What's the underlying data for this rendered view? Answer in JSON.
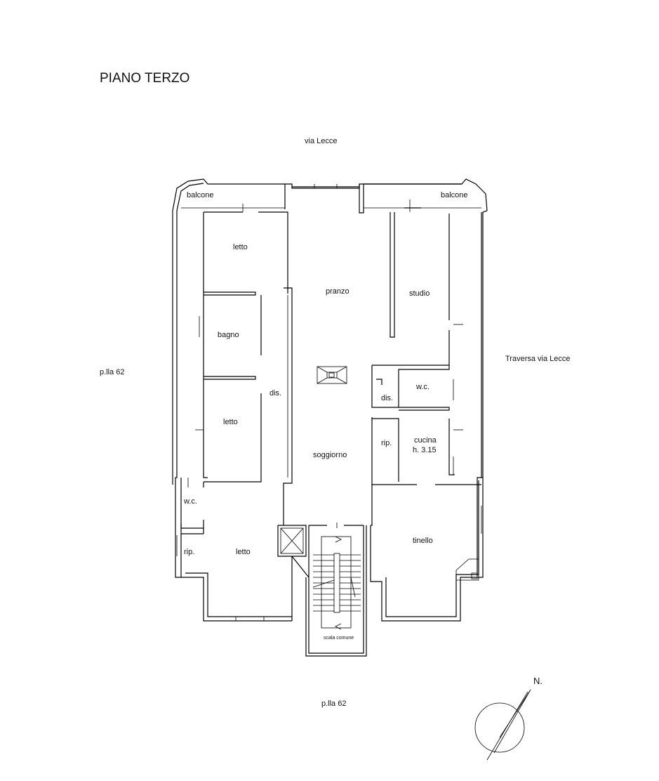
{
  "title": "PIANO TERZO",
  "streets": {
    "north": "via Lecce",
    "east": "Traversa via Lecce",
    "west": "p.lla 62",
    "south": "p.lla 62"
  },
  "rooms": {
    "balcone_left": "balcone",
    "balcone_right": "balcone",
    "letto_1": "letto",
    "pranzo": "pranzo",
    "studio": "studio",
    "bagno": "bagno",
    "dis_left": "dis.",
    "wc_right": "w.c.",
    "dis_right": "dis.",
    "letto_2": "letto",
    "rip_right": "rip.",
    "cucina": "cucina",
    "cucina_height": "h. 3.15",
    "soggiorno": "soggiorno",
    "wc_left": "w.c.",
    "tinello": "tinello",
    "rip_left": "rip.",
    "letto_3": "letto",
    "scala": "scala comune"
  },
  "north_arrow": {
    "label": "N."
  }
}
